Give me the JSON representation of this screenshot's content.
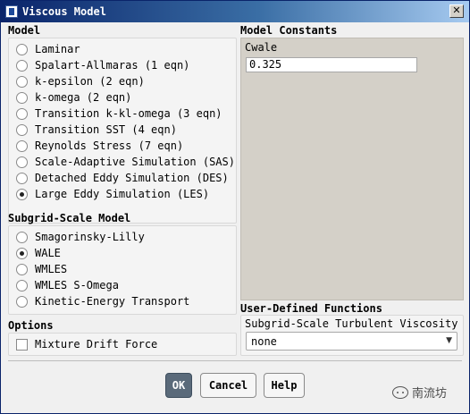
{
  "window": {
    "title": "Viscous Model",
    "close_glyph": "✕"
  },
  "model": {
    "heading": "Model",
    "options": [
      {
        "label": "Laminar",
        "checked": false
      },
      {
        "label": "Spalart-Allmaras (1 eqn)",
        "checked": false
      },
      {
        "label": "k-epsilon (2 eqn)",
        "checked": false
      },
      {
        "label": "k-omega (2 eqn)",
        "checked": false
      },
      {
        "label": "Transition k-kl-omega (3 eqn)",
        "checked": false
      },
      {
        "label": "Transition SST (4 eqn)",
        "checked": false
      },
      {
        "label": "Reynolds Stress (7 eqn)",
        "checked": false
      },
      {
        "label": "Scale-Adaptive Simulation (SAS)",
        "checked": false
      },
      {
        "label": "Detached Eddy Simulation (DES)",
        "checked": false
      },
      {
        "label": "Large Eddy Simulation (LES)",
        "checked": true
      }
    ]
  },
  "subgrid": {
    "heading": "Subgrid-Scale Model",
    "options": [
      {
        "label": "Smagorinsky-Lilly",
        "checked": false
      },
      {
        "label": "WALE",
        "checked": true
      },
      {
        "label": "WMLES",
        "checked": false
      },
      {
        "label": "WMLES S-Omega",
        "checked": false
      },
      {
        "label": "Kinetic-Energy Transport",
        "checked": false
      }
    ]
  },
  "options": {
    "heading": "Options",
    "mixture_drift_force": {
      "label": "Mixture Drift Force",
      "checked": false
    }
  },
  "constants": {
    "heading": "Model Constants",
    "cwale_label": "Cwale",
    "cwale_value": "0.325"
  },
  "udf": {
    "heading": "User-Defined Functions",
    "subgrid_viscosity_label": "Subgrid-Scale Turbulent Viscosity",
    "subgrid_viscosity_value": "none"
  },
  "buttons": {
    "ok": "OK",
    "cancel": "Cancel",
    "help": "Help"
  },
  "watermark": {
    "text": "南流坊"
  }
}
